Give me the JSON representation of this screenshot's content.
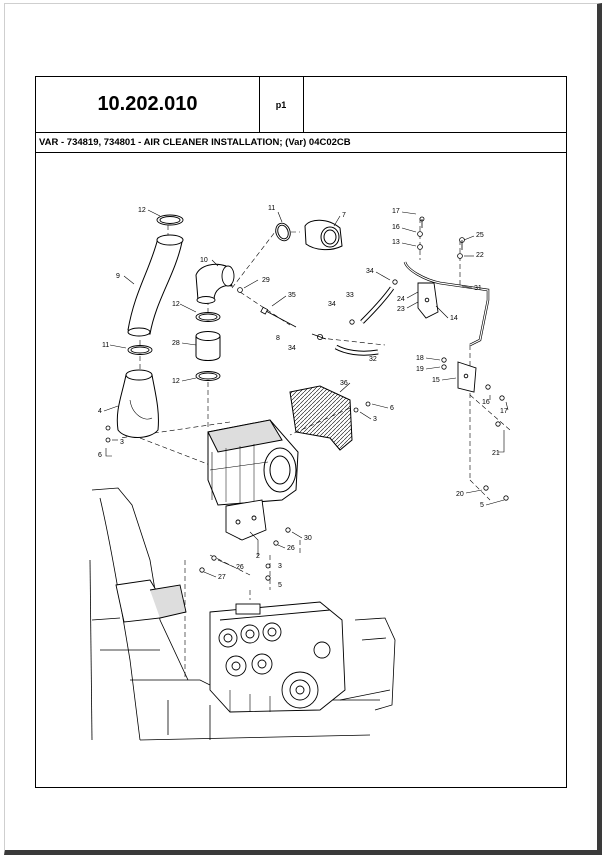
{
  "header": {
    "section_code": "10.202.010",
    "page_label": "p1"
  },
  "title": "VAR - 734819, 734801 - AIR CLEANER INSTALLATION; (Var) 04C02CB",
  "callouts": {
    "c12a": "12",
    "c9": "9",
    "c11a": "11",
    "c4": "4",
    "c6a": "6",
    "c3a": "3",
    "c10": "10",
    "c29": "29",
    "c12b": "12",
    "c35": "35",
    "c28": "28",
    "c12c": "12",
    "c11b": "11",
    "c7": "7",
    "c8": "8",
    "c34a": "34",
    "c34b": "34",
    "c33": "33",
    "c32": "32",
    "c17a": "17",
    "c16a": "16",
    "c13": "13",
    "c25": "25",
    "c22": "22",
    "c34c": "34",
    "c24": "24",
    "c23": "23",
    "c14": "14",
    "c31": "31",
    "c18": "18",
    "c19": "19",
    "c15": "15",
    "c16b": "16",
    "c17b": "17",
    "c21": "21",
    "c36": "36",
    "c6b": "6",
    "c3b": "3",
    "c20": "20",
    "c5a": "5",
    "c30": "30",
    "c26a": "26",
    "c2": "2",
    "c26b": "26",
    "c27": "27",
    "c3c": "3",
    "c5b": "5"
  }
}
